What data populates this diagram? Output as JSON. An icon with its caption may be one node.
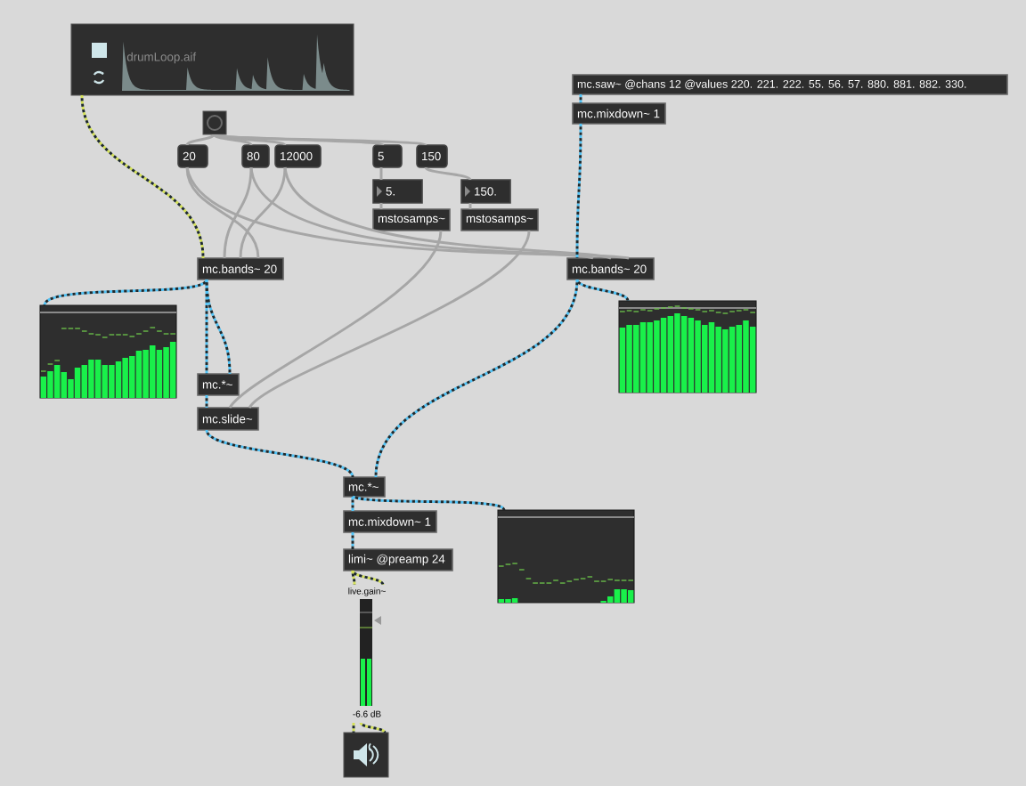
{
  "diagram": {
    "nodes": [
      {
        "text": [
          "drumLoop.aif"
        ]
      },
      {
        "text": [],
        "shape": "box"
      },
      {
        "text": [
          "20"
        ]
      },
      {
        "text": [
          "80"
        ]
      },
      {
        "text": [
          "12000"
        ]
      },
      {
        "text": [
          "5"
        ]
      },
      {
        "text": [
          "150"
        ]
      },
      {
        "text": [
          "5."
        ]
      },
      {
        "text": [
          "150."
        ]
      },
      {
        "text": [
          "mstosamps~"
        ]
      },
      {
        "text": [
          "mstosamps~"
        ]
      },
      {
        "text": [
          "mc.saw~ @chans 12 @values 220. 221. 222. 55. 56. 57. 880. 881. 882. 330."
        ]
      },
      {
        "text": [
          "mc.mixdown~ 1"
        ]
      },
      {
        "text": [
          "mc.bands~ 20"
        ]
      },
      {
        "text": [
          "mc.bands~ 20"
        ]
      },
      {
        "text": [],
        "shape": "bar"
      },
      {
        "text": [],
        "shape": "bar"
      },
      {
        "text": [
          "mc.*~"
        ]
      },
      {
        "text": [
          "mc.slide~"
        ]
      },
      {
        "text": [
          "mc.*~"
        ]
      },
      {
        "text": [
          "mc.mixdown~ 1"
        ]
      },
      {
        "text": [],
        "shape": "bar"
      },
      {
        "text": [
          "limi~ @preamp 24"
        ]
      },
      {
        "text": [
          "live.gain~",
          "-6.6 dB"
        ]
      },
      {
        "text": [],
        "shape": "picture"
      }
    ],
    "edges": [
      {
        "from": 1,
        "to": 2,
        "arrow": "none"
      },
      {
        "from": 1,
        "to": 3,
        "arrow": "none"
      },
      {
        "from": 1,
        "to": 4,
        "arrow": "none"
      },
      {
        "from": 1,
        "to": 5,
        "arrow": "none"
      },
      {
        "from": 1,
        "to": 6,
        "arrow": "none"
      },
      {
        "from": 0,
        "to": 13,
        "arrow": "none",
        "style": "dashed",
        "color": "#d4e157"
      },
      {
        "from": 2,
        "to": 13,
        "arrow": "none"
      },
      {
        "from": 2,
        "to": 14,
        "arrow": "none"
      },
      {
        "from": 3,
        "to": 13,
        "arrow": "none"
      },
      {
        "from": 3,
        "to": 14,
        "arrow": "none"
      },
      {
        "from": 4,
        "to": 13,
        "arrow": "none"
      },
      {
        "from": 4,
        "to": 14,
        "arrow": "none"
      },
      {
        "from": 5,
        "to": 7,
        "arrow": "none"
      },
      {
        "from": 6,
        "to": 8,
        "arrow": "none"
      },
      {
        "from": 7,
        "to": 9,
        "arrow": "none"
      },
      {
        "from": 8,
        "to": 10,
        "arrow": "none"
      },
      {
        "from": 9,
        "to": 18,
        "arrow": "none"
      },
      {
        "from": 10,
        "to": 18,
        "arrow": "none"
      },
      {
        "from": 11,
        "to": 12,
        "arrow": "none",
        "style": "dashed",
        "color": "#4fc3f7"
      },
      {
        "from": 12,
        "to": 14,
        "arrow": "none",
        "style": "dashed",
        "color": "#4fc3f7"
      },
      {
        "from": 13,
        "to": 15,
        "arrow": "none",
        "style": "dashed",
        "color": "#4fc3f7"
      },
      {
        "from": 13,
        "to": 17,
        "arrow": "none",
        "style": "dashed",
        "color": "#4fc3f7"
      },
      {
        "from": 13,
        "to": 17,
        "arrow": "none",
        "style": "dashed",
        "color": "#4fc3f7"
      },
      {
        "from": 17,
        "to": 18,
        "arrow": "none",
        "style": "dashed",
        "color": "#4fc3f7"
      },
      {
        "from": 18,
        "to": 19,
        "arrow": "none",
        "style": "dashed",
        "color": "#4fc3f7"
      },
      {
        "from": 14,
        "to": 19,
        "arrow": "none",
        "style": "dashed",
        "color": "#4fc3f7"
      },
      {
        "from": 14,
        "to": 16,
        "arrow": "none",
        "style": "dashed",
        "color": "#4fc3f7"
      },
      {
        "from": 19,
        "to": 20,
        "arrow": "none",
        "style": "dashed",
        "color": "#4fc3f7"
      },
      {
        "from": 19,
        "to": 21,
        "arrow": "none",
        "style": "dashed",
        "color": "#4fc3f7"
      },
      {
        "from": 20,
        "to": 22,
        "arrow": "none",
        "style": "dashed",
        "color": "#4fc3f7"
      },
      {
        "from": 22,
        "to": 23,
        "arrow": "none",
        "style": "dashed",
        "color": "#d4e157"
      },
      {
        "from": 22,
        "to": 23,
        "arrow": "none",
        "style": "dashed",
        "color": "#d4e157"
      },
      {
        "from": 23,
        "to": 24,
        "arrow": "none",
        "style": "dashed",
        "color": "#d4e157"
      },
      {
        "from": 23,
        "to": 24,
        "arrow": "none",
        "style": "dashed",
        "color": "#d4e157"
      }
    ]
  }
}
